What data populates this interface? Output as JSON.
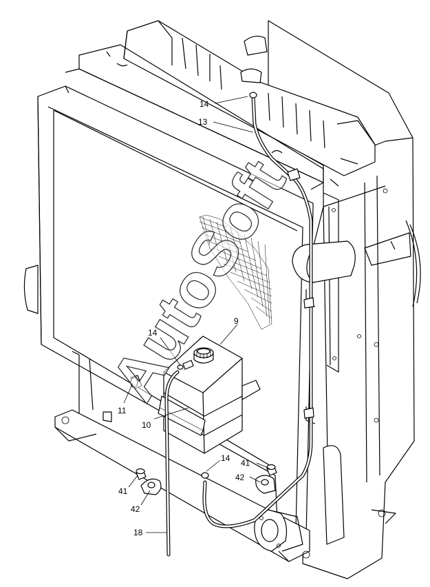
{
  "diagram": {
    "watermark": "AutoSoft",
    "callouts": [
      {
        "id": "c14a",
        "label": "14"
      },
      {
        "id": "c13",
        "label": "13"
      },
      {
        "id": "c9",
        "label": "9"
      },
      {
        "id": "c14b",
        "label": "14"
      },
      {
        "id": "c11",
        "label": "11"
      },
      {
        "id": "c10",
        "label": "10"
      },
      {
        "id": "c14c",
        "label": "14"
      },
      {
        "id": "c41a",
        "label": "41"
      },
      {
        "id": "c42a",
        "label": "42"
      },
      {
        "id": "c41b",
        "label": "41"
      },
      {
        "id": "c42b",
        "label": "42"
      },
      {
        "id": "c18",
        "label": "18"
      }
    ]
  }
}
